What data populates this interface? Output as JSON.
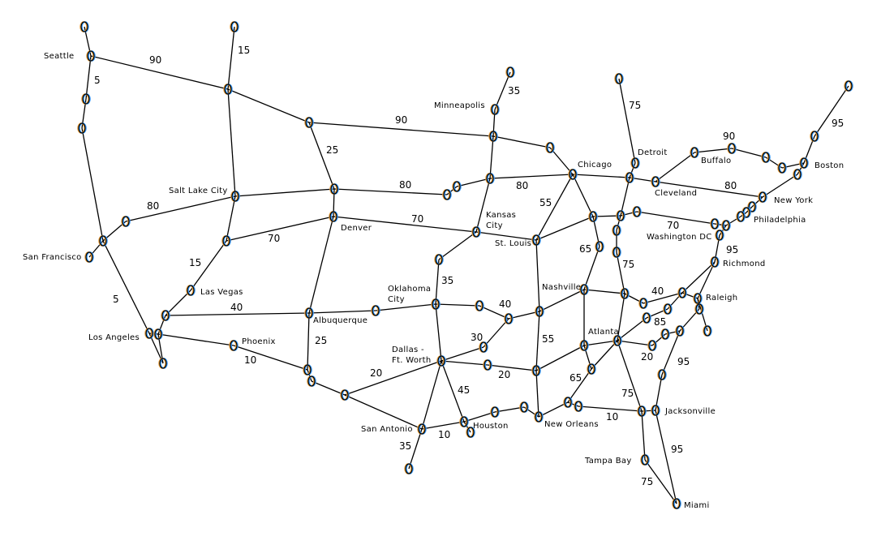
{
  "map": {
    "cities": [
      "Seattle",
      "Minneapolis",
      "Detroit",
      "Chicago",
      "Buffalo",
      "Boston",
      "Salt Lake City",
      "Cleveland",
      "New York",
      "Kansas",
      "City",
      "Denver",
      "Philadelphia",
      "Washington DC",
      "St. Louis",
      "San Francisco",
      "Richmond",
      "Las Vegas",
      "Oklahoma",
      "City",
      "Nashville",
      "Raleigh",
      "Albuquerque",
      "Los Angeles",
      "Atlanta",
      "Phoenix",
      "Dallas -",
      "Ft. Worth",
      "Jacksonville",
      "San Antonio",
      "Houston",
      "New Orleans",
      "Tampa Bay",
      "Miami"
    ],
    "highway_labels": [
      "90",
      "15",
      "5",
      "90",
      "25",
      "35",
      "75",
      "90",
      "95",
      "80",
      "80",
      "80",
      "70",
      "55",
      "80",
      "70",
      "70",
      "15",
      "95",
      "65",
      "75",
      "35",
      "5",
      "40",
      "40",
      "40",
      "85",
      "25",
      "10",
      "30",
      "55",
      "20",
      "95",
      "20",
      "20",
      "65",
      "45",
      "75",
      "10",
      "10",
      "35",
      "95",
      "75"
    ],
    "colors": {
      "edge": "#000000",
      "node_outline": "#000000",
      "node_fringe_left": "#e8a040",
      "node_fringe_right": "#3a9cff",
      "background": "#ffffff"
    },
    "node_icon": "ellipse-junction"
  }
}
